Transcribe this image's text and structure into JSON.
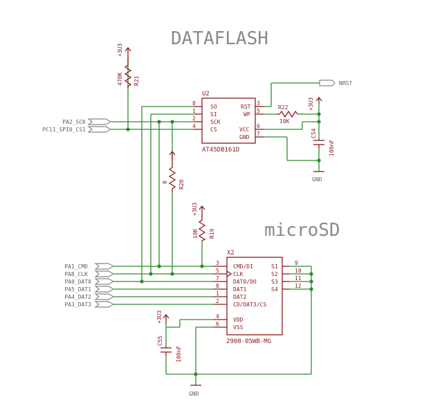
{
  "titles": {
    "dataflash": "DATAFLASH",
    "microsd": "microSD"
  },
  "power": {
    "label": "+3U3",
    "gnd": "GND"
  },
  "u2": {
    "designator": "U2",
    "part": "AT45DB161D",
    "left_pins": [
      {
        "num": "8",
        "name": "SO"
      },
      {
        "num": "1",
        "name": "SI"
      },
      {
        "num": "2",
        "name": "SCK"
      },
      {
        "num": "4",
        "name": "CS"
      }
    ],
    "right_pins": [
      {
        "num": "3",
        "name": "RST"
      },
      {
        "num": "5",
        "name": "WP"
      },
      {
        "num": "6",
        "name": "VCC"
      },
      {
        "num": "7",
        "name": "GND"
      }
    ]
  },
  "x2": {
    "designator": "X2",
    "part": "2908-05WB-MG",
    "left_pins": [
      {
        "num": "3",
        "name": "CMD/DI"
      },
      {
        "num": "5",
        "name": "CLK"
      },
      {
        "num": "7",
        "name": "DAT0/DO"
      },
      {
        "num": "8",
        "name": "DAT1"
      },
      {
        "num": "1",
        "name": "DAT2"
      },
      {
        "num": "2",
        "name": "CD/DAT3/CS"
      },
      {
        "num": "4",
        "name": "VDD"
      },
      {
        "num": "6",
        "name": "VSS"
      }
    ],
    "right_pins": [
      {
        "num": "9",
        "name": "S1"
      },
      {
        "num": "10",
        "name": "S2"
      },
      {
        "num": "11",
        "name": "S3"
      },
      {
        "num": "12",
        "name": "S4"
      }
    ]
  },
  "resistors": {
    "r21": {
      "name": "R21",
      "value": "470K"
    },
    "r20": {
      "name": "R20",
      "value": "0"
    },
    "r19": {
      "name": "R19",
      "value": "10K"
    },
    "r22": {
      "name": "R22",
      "value": "10K"
    }
  },
  "capacitors": {
    "c54": {
      "name": "C54",
      "value": "100nF"
    },
    "c55": {
      "name": "C55",
      "value": "100nF"
    }
  },
  "nets": {
    "pa2_sck": "PA2_SCK",
    "pc11_cs1": "PC11_SPI0_CS1",
    "nrst": "NRST",
    "pa1_cmd": "PA1_CMD",
    "pa8_clk": "PA8_CLK",
    "pa0_dat0": "PA0_DAT0",
    "pa5_dat1": "PA5_DAT1",
    "pa4_dat2": "PA4_DAT2",
    "pa3_dat3": "PA3_DAT3"
  }
}
